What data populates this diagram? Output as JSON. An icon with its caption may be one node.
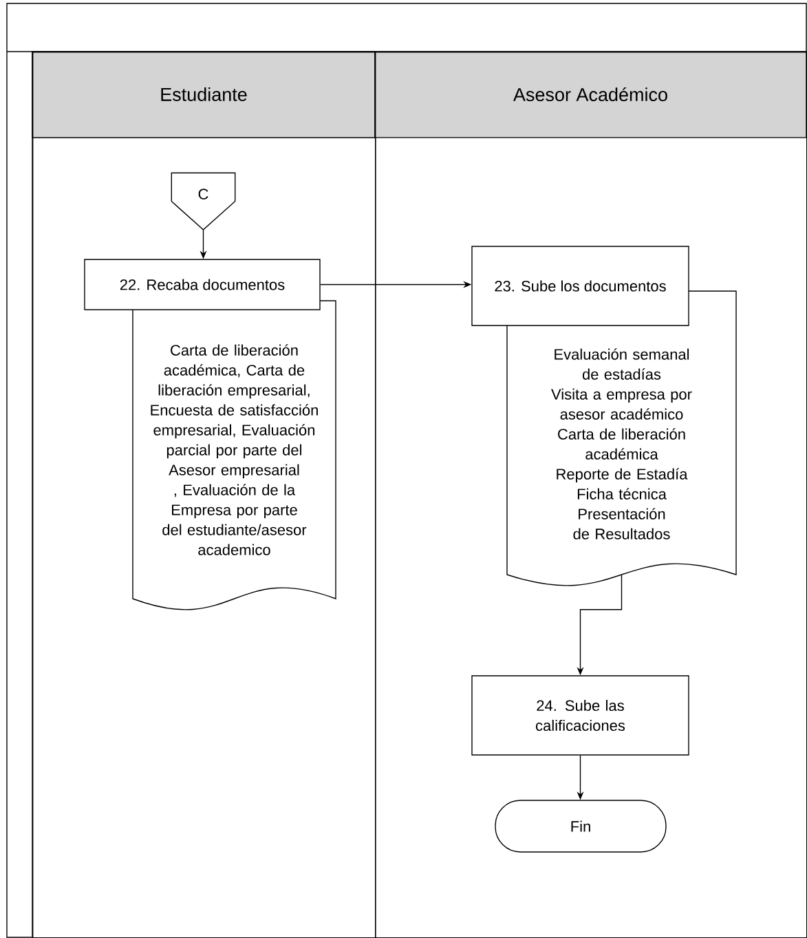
{
  "diagram": {
    "nodes": [
      {
        "text": [
          "Estudiante"
        ]
      },
      {
        "text": [
          "Asesor Académico"
        ]
      },
      {
        "text": [
          "C"
        ],
        "in": 0
      },
      {
        "text": [
          "22. Recaba documentos"
        ],
        "in": 0
      },
      {
        "text": [
          "Carta de liberación académica, Carta de liberación empresarial, Encuesta de satisfacción empresarial, Evaluación parcial por parte del Asesor empresarial , Evaluación de la Empresa por parte del estudiante/asesor academico"
        ],
        "in": 0
      },
      {
        "text": [
          "23. Sube los documentos"
        ],
        "in": 1
      },
      {
        "text": [
          "Evaluación semanal de estadías",
          "Visita a empresa por asesor académico",
          "Carta de liberación académica",
          "Reporte de Estadía",
          "Ficha técnica",
          "Presentación de Resultados"
        ],
        "in": 1
      },
      {
        "text": [
          "24. Sube las calificaciones"
        ],
        "in": 1
      },
      {
        "text": [
          "Fin"
        ],
        "in": 1
      }
    ],
    "edges": [
      {
        "from": 2,
        "to": 3,
        "arrow": "to"
      },
      {
        "from": 3,
        "to": 5,
        "arrow": "to"
      },
      {
        "from": 6,
        "to": 7,
        "arrow": "to"
      },
      {
        "from": 7,
        "to": 8,
        "arrow": "to"
      }
    ]
  }
}
